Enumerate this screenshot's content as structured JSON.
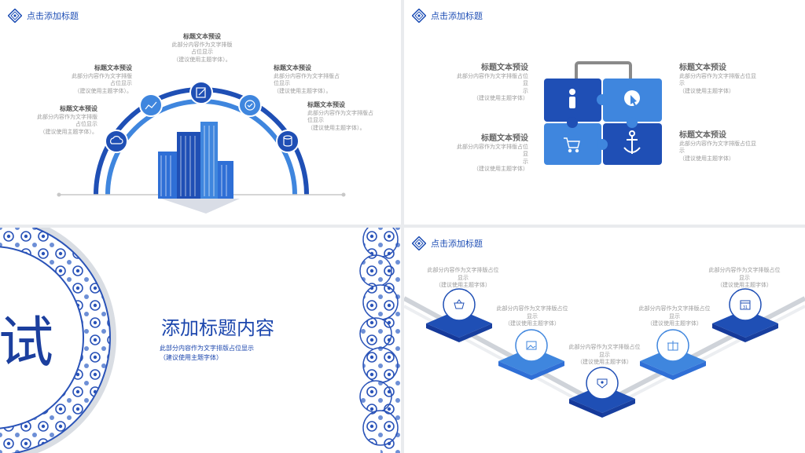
{
  "slide1": {
    "header": "点击添加标题",
    "items": [
      {
        "title": "标题文本预设",
        "line1": "此部分内容作为文字排版",
        "line2": "占位显示",
        "line3": "（建议使用主题字体）。"
      },
      {
        "title": "标题文本预设",
        "line1": "此部分内容作为文字排版",
        "line2": "占位显示",
        "line3": "（建议使用主题字体）。"
      },
      {
        "title": "标题文本预设",
        "line1": "此部分内容作为文字排版",
        "line2": "占位显示",
        "line3": "（建议使用主题字体）。"
      },
      {
        "title": "标题文本预设",
        "line1": "此部分内容作为文字排版占",
        "line2": "位显示",
        "line3": "（建议使用主题字体）。"
      },
      {
        "title": "标题文本预设",
        "line1": "此部分内容作为文字排版占",
        "line2": "位显示",
        "line3": "（建议使用主题字体）。"
      }
    ]
  },
  "slide2": {
    "header": "点击添加标题",
    "items": [
      {
        "title": "标题文本预设",
        "line1": "此部分内容作为文字排版占位显",
        "line2": "示",
        "line3": "（建议使用主题字体）"
      },
      {
        "title": "标题文本预设",
        "line1": "此部分内容作为文字排版占位显",
        "line2": "示",
        "line3": "（建议使用主题字体）"
      },
      {
        "title": "标题文本预设",
        "line1": "此部分内容作为文字排版占位显",
        "line2": "示",
        "line3": "（建议使用主题字体）"
      },
      {
        "title": "标题文本预设",
        "line1": "此部分内容作为文字排版占位显",
        "line2": "示",
        "line3": "（建议使用主题字体）"
      }
    ]
  },
  "slide3": {
    "title": "添加标题内容",
    "sub1": "此部分内容作为文字排版占位显示",
    "sub2": "（建议使用主题字体）",
    "big_char": "试"
  },
  "slide4": {
    "header": "点击添加标题",
    "items": [
      {
        "line1": "此部分内容作为文字排版占位",
        "line2": "显示",
        "line3": "（建议使用主题字体）"
      },
      {
        "line1": "此部分内容作为文字排版占位",
        "line2": "显示",
        "line3": "（建议使用主题字体）"
      },
      {
        "line1": "此部分内容作为文字排版占位",
        "line2": "显示",
        "line3": "（建议使用主题字体）"
      },
      {
        "line1": "此部分内容作为文字排版占位",
        "line2": "显示",
        "line3": "（建议使用主题字体）"
      },
      {
        "line1": "此部分内容作为文字排版占位",
        "line2": "显示",
        "line3": "（建议使用主题字体）"
      }
    ],
    "calendar_day": "31"
  },
  "colors": {
    "primary": "#1f4fb5",
    "mid": "#2f6fd6",
    "light": "#4a8ee0",
    "gray": "#9a9a9a"
  }
}
